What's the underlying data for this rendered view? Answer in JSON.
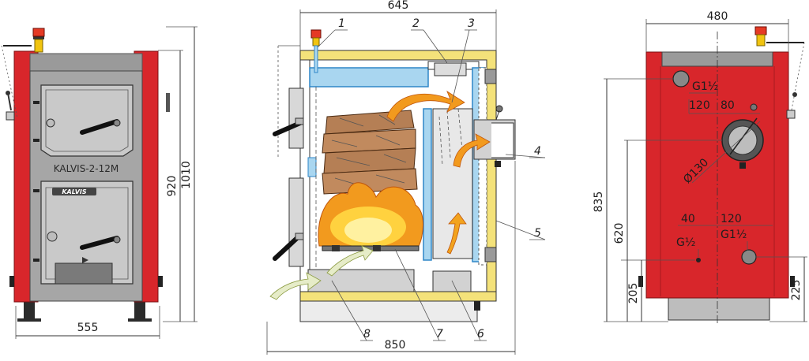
{
  "colors": {
    "body_red": "#d8262b",
    "body_red_dark": "#a81a1f",
    "panel_grey": "#a6a6a6",
    "door_grey": "#c9c9c9",
    "insulation": "#f4e27a",
    "water": "#a9d6f0",
    "water_edge": "#2e86c7",
    "flame_orange": "#f29a1e",
    "flame_yellow": "#ffd23f",
    "wood": "#b57f55",
    "air": "#e6ecc8",
    "warning_lamp": "#e53a25"
  },
  "front_view": {
    "model_label": "KALVIS-2-12M",
    "brand_label": "KALVIS",
    "dim_width": "555",
    "dim_height_920": "920",
    "dim_height_1010": "1010"
  },
  "section_view": {
    "dim_top": "645",
    "dim_bottom": "850",
    "callouts": [
      "1",
      "2",
      "3",
      "4",
      "5",
      "6",
      "7",
      "8"
    ]
  },
  "rear_view": {
    "dim_width": "480",
    "dim_835": "835",
    "dim_620": "620",
    "dim_205": "205",
    "dim_225": "225",
    "dim_120_top": "120",
    "dim_80": "80",
    "dim_40": "40",
    "dim_120_bottom": "120",
    "flue_diameter": "Ø130",
    "pipe_top": "G1½",
    "pipe_bottom_left": "G½",
    "pipe_bottom_right": "G1½"
  },
  "icons": [
    "warning-lamp-icon",
    "door-handle-icon",
    "air-arrow-icon",
    "flame-icon",
    "smoke-arrow-icon"
  ]
}
